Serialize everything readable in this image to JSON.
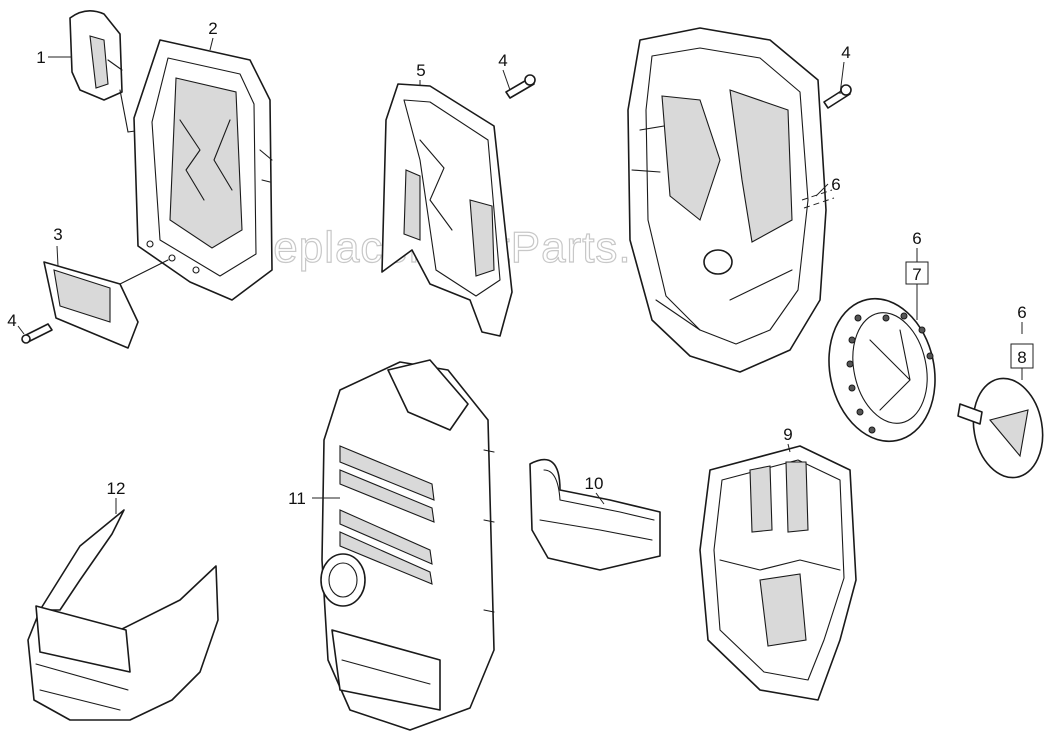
{
  "watermark": "eReplacementParts.com",
  "callouts": {
    "c1": "1",
    "c2": "2",
    "c3": "3",
    "c4a": "4",
    "c4b": "4",
    "c4c": "4",
    "c5": "5",
    "c6a": "6",
    "c6b": "6",
    "c6c": "6",
    "c7": "7",
    "c8": "8",
    "c9": "9",
    "c10": "10",
    "c11": "11",
    "c12": "12"
  }
}
